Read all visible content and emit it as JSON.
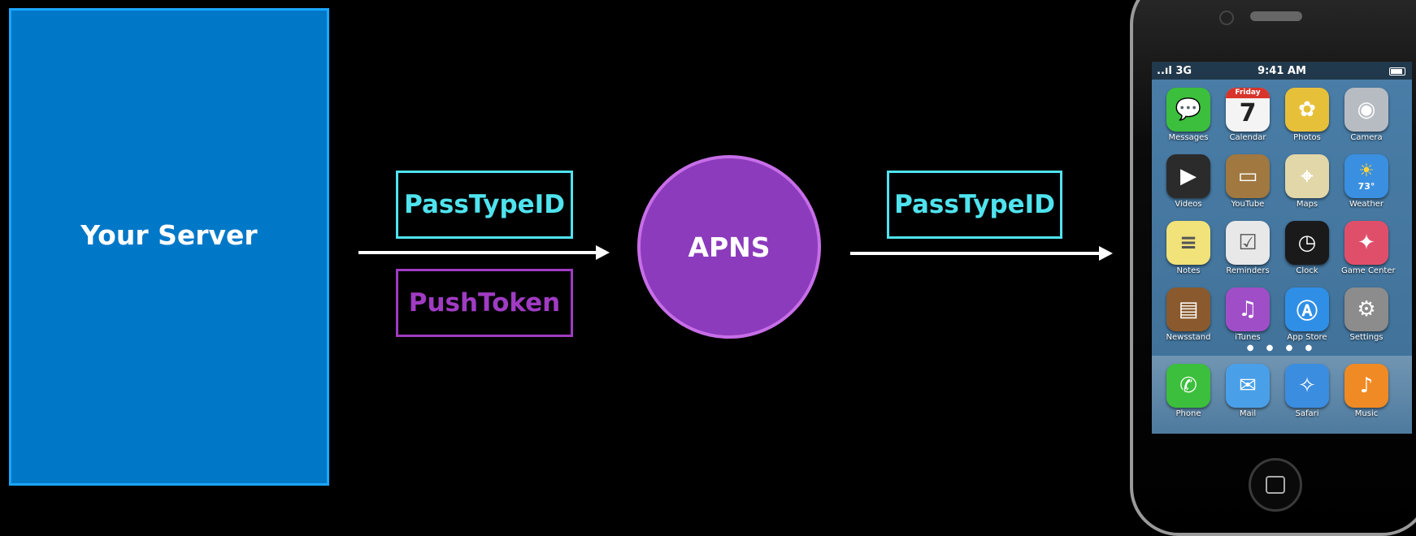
{
  "server": {
    "label": "Your Server"
  },
  "left_tags": {
    "pass_type_id": "PassTypeID",
    "push_token": "PushToken"
  },
  "apns": {
    "label": "APNS"
  },
  "right_tags": {
    "pass_type_id": "PassTypeID"
  },
  "colors": {
    "server_fill": "#0078c8",
    "server_border": "#1aa6ff",
    "cyan_tag": "#4fe3ee",
    "purple_tag": "#a03bc3",
    "apns_fill": "#8c3bbc",
    "apns_border": "#c76ee8",
    "background": "#000000"
  },
  "phone": {
    "status": {
      "signal": "..ıl 3G",
      "time": "9:41 AM"
    },
    "calendar": {
      "day_name": "Friday",
      "day_number": "7"
    },
    "weather_temp": "73°",
    "apps": [
      {
        "label": "Messages",
        "icon": "messages-icon",
        "color": "#3cbf3c"
      },
      {
        "label": "Calendar",
        "icon": "calendar-icon",
        "color": "#f4f4f4"
      },
      {
        "label": "Photos",
        "icon": "photos-icon",
        "color": "#e7c03a"
      },
      {
        "label": "Camera",
        "icon": "camera-icon",
        "color": "#b7bcc2"
      },
      {
        "label": "Videos",
        "icon": "videos-icon",
        "color": "#2b2b2b"
      },
      {
        "label": "YouTube",
        "icon": "youtube-icon",
        "color": "#a07840"
      },
      {
        "label": "Maps",
        "icon": "maps-icon",
        "color": "#e2d7a8"
      },
      {
        "label": "Weather",
        "icon": "weather-icon",
        "color": "#3a8fe0"
      },
      {
        "label": "Notes",
        "icon": "notes-icon",
        "color": "#f1e27a"
      },
      {
        "label": "Reminders",
        "icon": "reminders-icon",
        "color": "#e8e8e8"
      },
      {
        "label": "Clock",
        "icon": "clock-icon",
        "color": "#1a1a1a"
      },
      {
        "label": "Game Center",
        "icon": "game-center-icon",
        "color": "#e04f6a"
      },
      {
        "label": "Newsstand",
        "icon": "newsstand-icon",
        "color": "#8a5a2e"
      },
      {
        "label": "iTunes",
        "icon": "itunes-icon",
        "color": "#a04ec8"
      },
      {
        "label": "App Store",
        "icon": "app-store-icon",
        "color": "#2f8fe6"
      },
      {
        "label": "Settings",
        "icon": "settings-icon",
        "color": "#8c8c8c"
      }
    ],
    "dock": [
      {
        "label": "Phone",
        "icon": "phone-icon",
        "color": "#3cbf3c"
      },
      {
        "label": "Mail",
        "icon": "mail-icon",
        "color": "#4aa0e8"
      },
      {
        "label": "Safari",
        "icon": "safari-icon",
        "color": "#3b8de0"
      },
      {
        "label": "Music",
        "icon": "music-icon",
        "color": "#f08a24"
      }
    ]
  }
}
